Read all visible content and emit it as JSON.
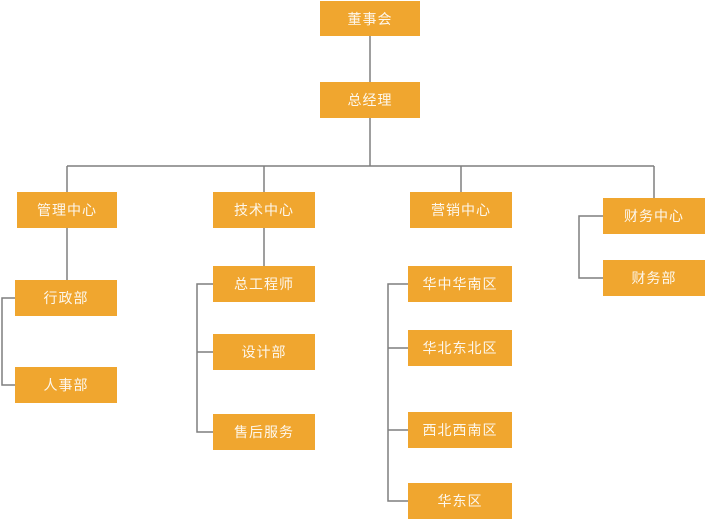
{
  "diagram": {
    "type": "org-chart",
    "colors": {
      "node_fill": "#F0A62F",
      "node_text": "#FDF7EC",
      "connector": "#7F7F7F",
      "background": "#FFFFFF"
    },
    "nodes": {
      "board": {
        "label": "董事会"
      },
      "general_manager": {
        "label": "总经理"
      },
      "management_center": {
        "label": "管理中心"
      },
      "technology_center": {
        "label": "技术中心"
      },
      "marketing_center": {
        "label": "营销中心"
      },
      "finance_center": {
        "label": "财务中心"
      },
      "administration_dept": {
        "label": "行政部"
      },
      "hr_dept": {
        "label": "人事部"
      },
      "chief_engineer": {
        "label": "总工程师"
      },
      "design_dept": {
        "label": "设计部"
      },
      "after_sales_service": {
        "label": "售后服务"
      },
      "region_central_south": {
        "label": "华中华南区"
      },
      "region_north_northeast": {
        "label": "华北东北区"
      },
      "region_northwest_southwest": {
        "label": "西北西南区"
      },
      "region_east": {
        "label": "华东区"
      },
      "finance_dept": {
        "label": "财务部"
      }
    },
    "edges": [
      {
        "from": "董事会",
        "to": "总经理"
      },
      {
        "from": "总经理",
        "to": "管理中心"
      },
      {
        "from": "总经理",
        "to": "技术中心"
      },
      {
        "from": "总经理",
        "to": "营销中心"
      },
      {
        "from": "总经理",
        "to": "财务中心"
      },
      {
        "from": "管理中心",
        "to": "行政部"
      },
      {
        "from": "行政部",
        "to": "人事部"
      },
      {
        "from": "技术中心",
        "to": "总工程师"
      },
      {
        "from": "总工程师",
        "to": "设计部"
      },
      {
        "from": "总工程师",
        "to": "售后服务"
      },
      {
        "from": "华中华南区",
        "to": "华北东北区"
      },
      {
        "from": "华中华南区",
        "to": "西北西南区"
      },
      {
        "from": "华中华南区",
        "to": "华东区"
      },
      {
        "from": "财务中心",
        "to": "财务部"
      }
    ]
  }
}
